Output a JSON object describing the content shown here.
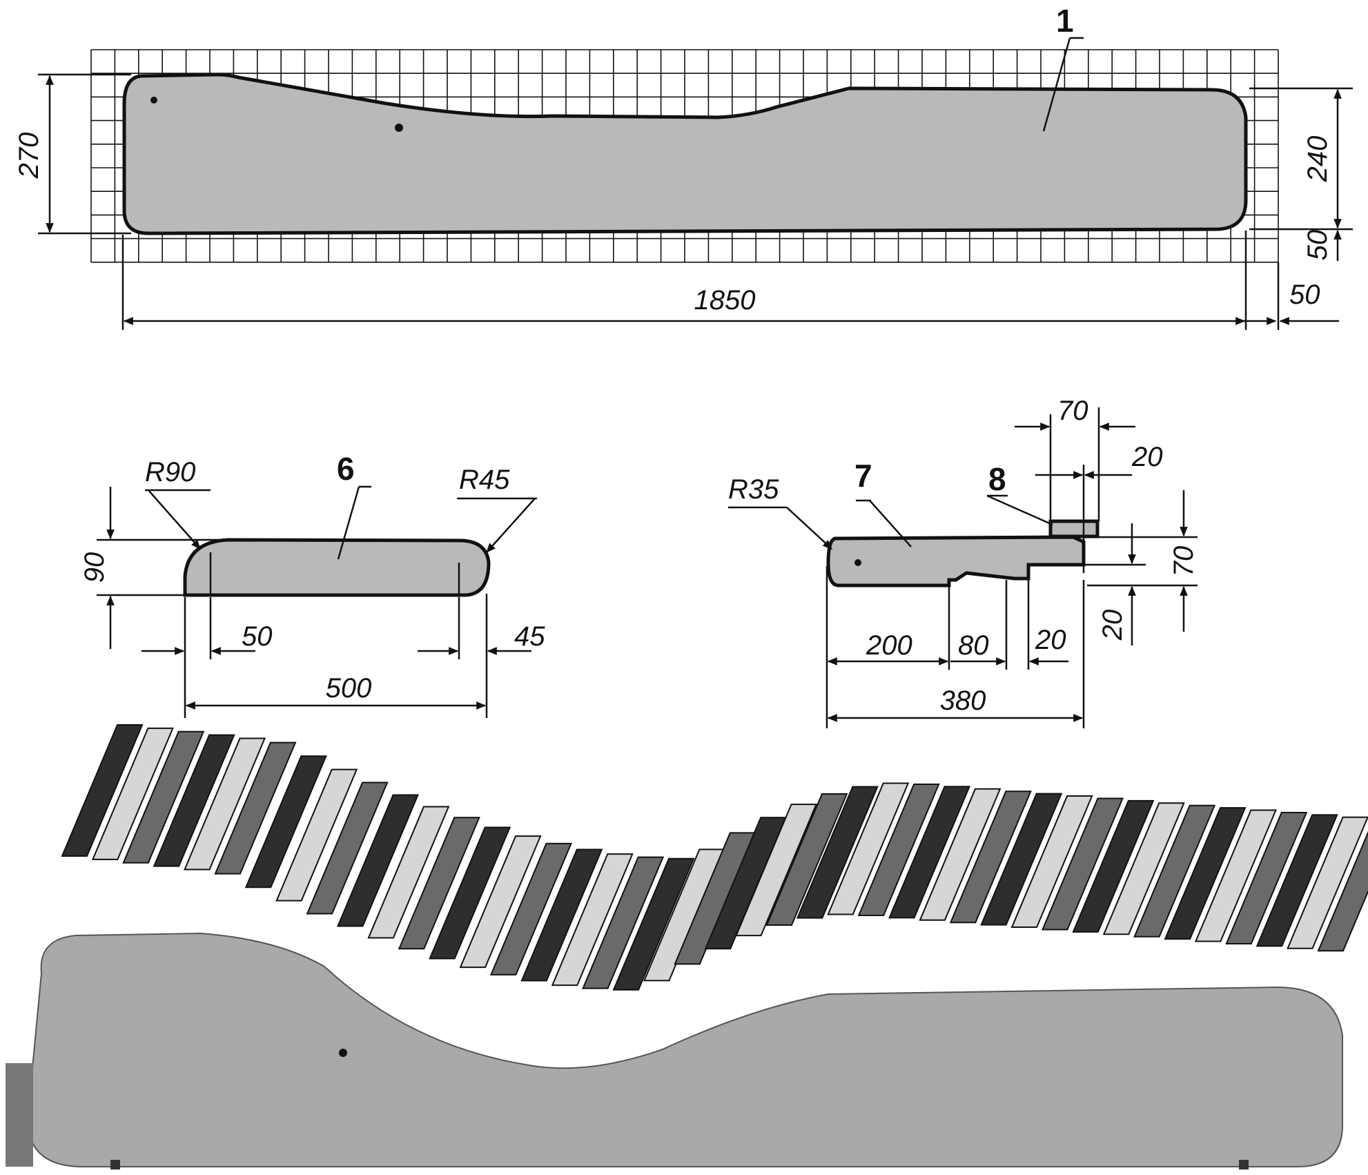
{
  "colors": {
    "part_fill": "#b9b9b9",
    "ink": "#111111",
    "background": "#ffffff",
    "photo_side": "#a9a9a9",
    "slat_dark": "#2e2e2e",
    "slat_mid": "#6a6a6a",
    "slat_light": "#d6d6d6"
  },
  "side_panel": {
    "part_number": "1",
    "overall_length": "1850",
    "height_left": "270",
    "height_right": "240",
    "grid_step_vertical": "50",
    "grid_step_horizontal": "50"
  },
  "part_6": {
    "part_number": "6",
    "radius_left": "R90",
    "radius_right": "R45",
    "height": "90",
    "offset_left": "50",
    "offset_right": "45",
    "length": "500"
  },
  "part_7": {
    "part_number": "7",
    "part_number_insert": "8",
    "radius": "R35",
    "insert_width": "70",
    "insert_offset": "20",
    "height": "70",
    "step_height": "20",
    "seg_200": "200",
    "seg_80": "80",
    "seg_20": "20",
    "length": "380"
  },
  "photo": {
    "slat_count": 42
  }
}
